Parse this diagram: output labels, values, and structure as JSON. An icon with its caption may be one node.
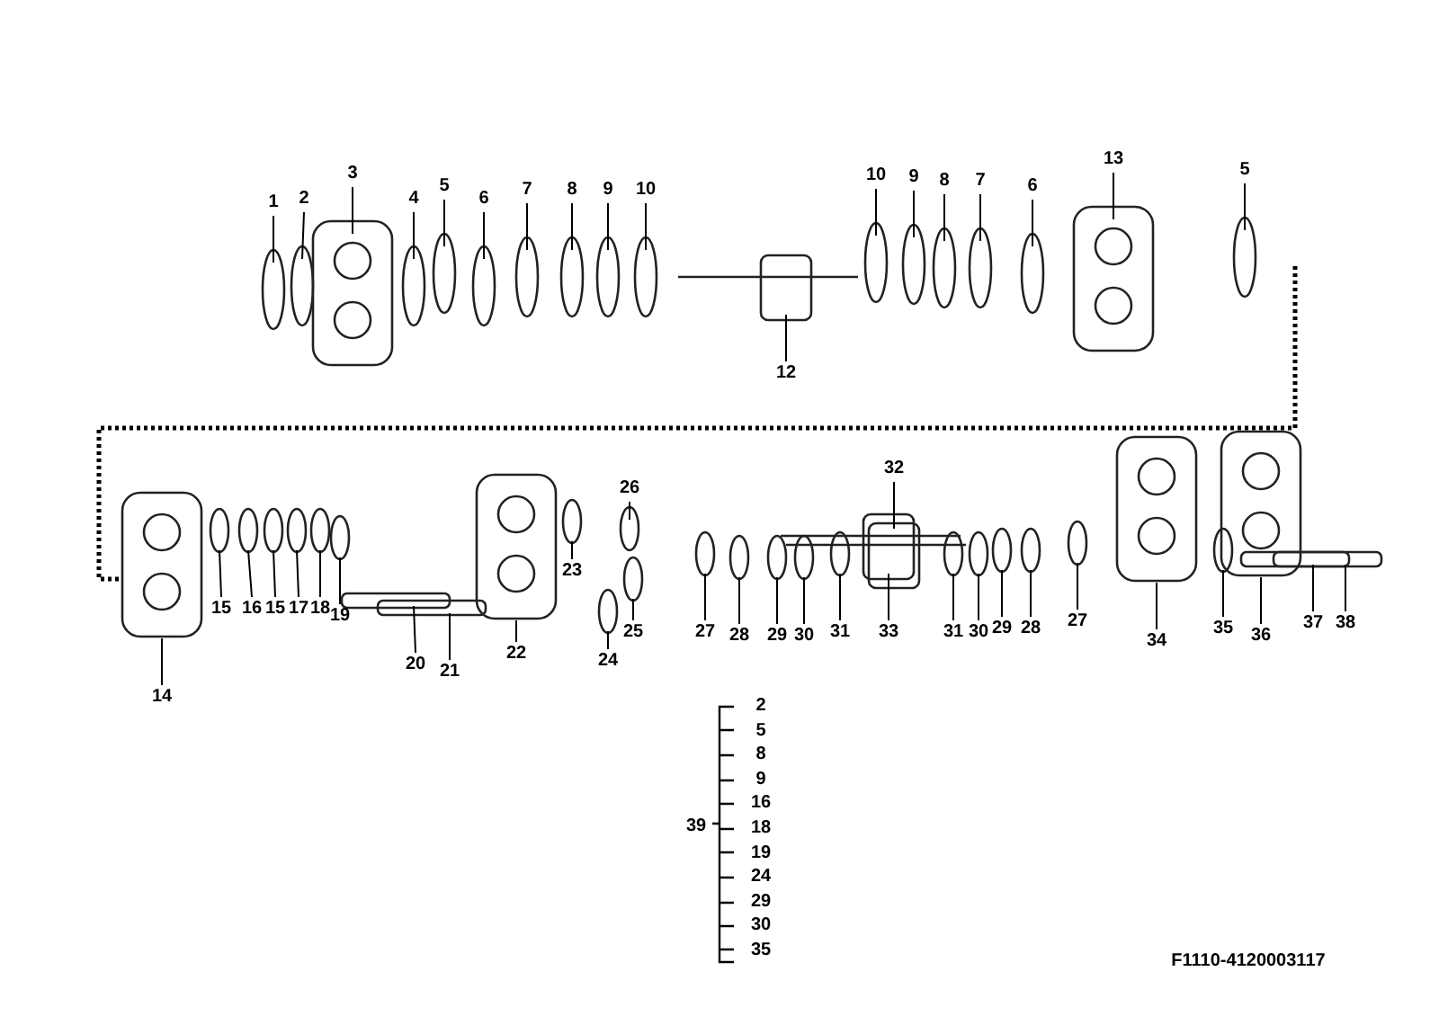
{
  "diagram": {
    "nodes": [
      {
        "text": [
          "1"
        ]
      },
      {
        "text": [
          "2"
        ]
      },
      {
        "text": [
          "3"
        ]
      },
      {
        "text": [
          "4"
        ]
      },
      {
        "text": [
          "5"
        ]
      },
      {
        "text": [
          "6"
        ]
      },
      {
        "text": [
          "7"
        ]
      },
      {
        "text": [
          "8"
        ]
      },
      {
        "text": [
          "9"
        ]
      },
      {
        "text": [
          "10"
        ]
      },
      {
        "text": [
          "12"
        ]
      },
      {
        "text": [
          "10"
        ]
      },
      {
        "text": [
          "9"
        ]
      },
      {
        "text": [
          "8"
        ]
      },
      {
        "text": [
          "7"
        ]
      },
      {
        "text": [
          "6"
        ]
      },
      {
        "text": [
          "13"
        ]
      },
      {
        "text": [
          "5"
        ]
      },
      {
        "text": [
          "14"
        ]
      },
      {
        "text": [
          "15"
        ]
      },
      {
        "text": [
          "16"
        ]
      },
      {
        "text": [
          "15"
        ]
      },
      {
        "text": [
          "17"
        ]
      },
      {
        "text": [
          "18"
        ]
      },
      {
        "text": [
          "19"
        ]
      },
      {
        "text": [
          "20"
        ]
      },
      {
        "text": [
          "21"
        ]
      },
      {
        "text": [
          "22"
        ]
      },
      {
        "text": [
          "23"
        ]
      },
      {
        "text": [
          "24"
        ]
      },
      {
        "text": [
          "26"
        ]
      },
      {
        "text": [
          "25"
        ]
      },
      {
        "text": [
          "27"
        ]
      },
      {
        "text": [
          "28"
        ]
      },
      {
        "text": [
          "29"
        ]
      },
      {
        "text": [
          "30"
        ]
      },
      {
        "text": [
          "31"
        ]
      },
      {
        "text": [
          "32"
        ]
      },
      {
        "text": [
          "33"
        ]
      },
      {
        "text": [
          "31"
        ]
      },
      {
        "text": [
          "30"
        ]
      },
      {
        "text": [
          "29"
        ]
      },
      {
        "text": [
          "28"
        ]
      },
      {
        "text": [
          "27"
        ]
      },
      {
        "text": [
          "34"
        ]
      },
      {
        "text": [
          "35"
        ]
      },
      {
        "text": [
          "36"
        ]
      },
      {
        "text": [
          "37"
        ]
      },
      {
        "text": [
          "38"
        ]
      }
    ],
    "edges": [
      {
        "from": 0,
        "to": null,
        "arrow": "none"
      },
      {
        "from": 1,
        "to": null,
        "arrow": "none"
      },
      {
        "from": 2,
        "to": null,
        "arrow": "none"
      },
      {
        "from": 3,
        "to": null,
        "arrow": "none"
      },
      {
        "from": 4,
        "to": null,
        "arrow": "none"
      },
      {
        "from": 5,
        "to": null,
        "arrow": "none"
      },
      {
        "from": 6,
        "to": null,
        "arrow": "none"
      },
      {
        "from": 7,
        "to": null,
        "arrow": "none"
      },
      {
        "from": 8,
        "to": null,
        "arrow": "none"
      },
      {
        "from": 9,
        "to": null,
        "arrow": "none"
      },
      {
        "from": 10,
        "to": null,
        "arrow": "none"
      },
      {
        "from": 11,
        "to": null,
        "arrow": "none"
      },
      {
        "from": 12,
        "to": null,
        "arrow": "none"
      },
      {
        "from": 13,
        "to": null,
        "arrow": "none"
      },
      {
        "from": 14,
        "to": null,
        "arrow": "none"
      },
      {
        "from": 15,
        "to": null,
        "arrow": "none"
      },
      {
        "from": 16,
        "to": null,
        "arrow": "none"
      },
      {
        "from": 17,
        "to": null,
        "arrow": "none"
      },
      {
        "from": 18,
        "to": null,
        "arrow": "none"
      },
      {
        "from": 19,
        "to": null,
        "arrow": "none"
      },
      {
        "from": 20,
        "to": null,
        "arrow": "none"
      },
      {
        "from": 21,
        "to": null,
        "arrow": "none"
      },
      {
        "from": 22,
        "to": null,
        "arrow": "none"
      },
      {
        "from": 23,
        "to": null,
        "arrow": "none"
      },
      {
        "from": 24,
        "to": null,
        "arrow": "none"
      },
      {
        "from": 25,
        "to": null,
        "arrow": "none"
      },
      {
        "from": 26,
        "to": null,
        "arrow": "none"
      },
      {
        "from": 27,
        "to": null,
        "arrow": "none"
      },
      {
        "from": 28,
        "to": null,
        "arrow": "none"
      },
      {
        "from": 29,
        "to": null,
        "arrow": "none"
      },
      {
        "from": 30,
        "to": null,
        "arrow": "none"
      },
      {
        "from": 31,
        "to": null,
        "arrow": "none"
      },
      {
        "from": 32,
        "to": null,
        "arrow": "none"
      },
      {
        "from": 33,
        "to": null,
        "arrow": "none"
      },
      {
        "from": 34,
        "to": null,
        "arrow": "none"
      },
      {
        "from": 35,
        "to": null,
        "arrow": "none"
      },
      {
        "from": 36,
        "to": null,
        "arrow": "none"
      },
      {
        "from": 37,
        "to": null,
        "arrow": "none"
      },
      {
        "from": 38,
        "to": null,
        "arrow": "none"
      },
      {
        "from": 39,
        "to": null,
        "arrow": "none"
      },
      {
        "from": 40,
        "to": null,
        "arrow": "none"
      },
      {
        "from": 41,
        "to": null,
        "arrow": "none"
      },
      {
        "from": 42,
        "to": null,
        "arrow": "none"
      },
      {
        "from": 43,
        "to": null,
        "arrow": "none"
      },
      {
        "from": 44,
        "to": null,
        "arrow": "none"
      },
      {
        "from": 45,
        "to": null,
        "arrow": "none"
      },
      {
        "from": 46,
        "to": null,
        "arrow": "none"
      },
      {
        "from": 47,
        "to": null,
        "arrow": "none"
      },
      {
        "from": 48,
        "to": null,
        "arrow": "none"
      }
    ],
    "labels": [
      "39",
      "2",
      "5",
      "8",
      "9",
      "16",
      "18",
      "19",
      "24",
      "29",
      "30",
      "35",
      "F1110-4120003117"
    ]
  }
}
